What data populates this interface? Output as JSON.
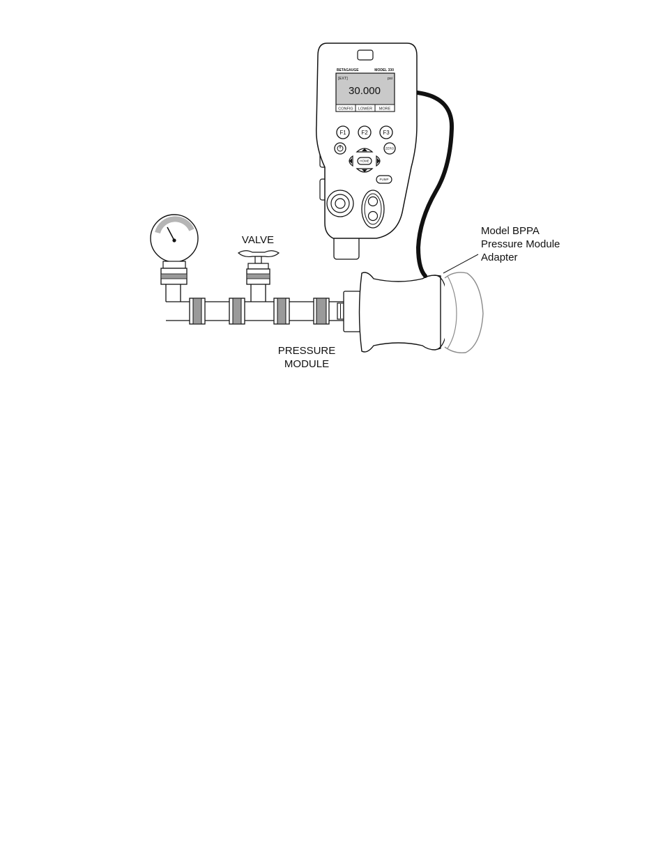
{
  "labels": {
    "adapter_line1": "Model BPPA",
    "adapter_line2": "Pressure Module",
    "adapter_line3": "Adapter",
    "valve": "VALVE",
    "module_line1": "PRESSURE",
    "module_line2": "MODULE"
  },
  "device": {
    "brand": "BETAGAUGE",
    "model": "MODEL 330",
    "screen_mode": "[EXT]",
    "screen_unit": "psi",
    "screen_reading": "30.000",
    "softkeys": [
      "CONFIG",
      "LOWER",
      "MORE"
    ],
    "keys": {
      "f1": "F1",
      "f2": "F2",
      "f3": "F3",
      "zero": "ZERO",
      "home": "HOME",
      "pump": "PUMP"
    }
  }
}
